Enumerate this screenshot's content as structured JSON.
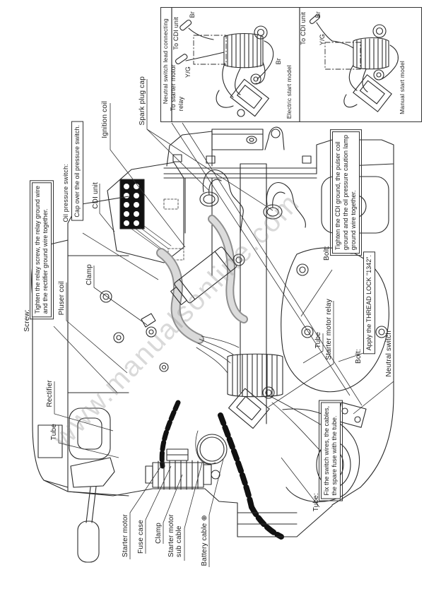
{
  "watermark": {
    "text": "www.manualsonline.com"
  },
  "inset": {
    "title": "Neutral switch lead connecting",
    "panels": [
      {
        "caption": "Electric start model",
        "labels": {
          "to_cdi": "To CDI unit",
          "br_top": "Br",
          "to_starter_line1": "To starter motor",
          "to_starter_line2": "relay",
          "yg": "Y/G",
          "br_mid": "Br"
        }
      },
      {
        "caption": "Manual start model",
        "labels": {
          "to_cdi": "To CDI unit",
          "br": "Br",
          "yg": "Y/G"
        }
      }
    ]
  },
  "callouts": {
    "spark_plug_cap": "Spark plug cap",
    "ignition_coil": "Ignition coil",
    "cdi_unit": "CDI unit",
    "clamp_upper": "Clamp",
    "pluser_coil": "Pluser coil",
    "rectifier": "Rectifier",
    "tube_left": "Tube",
    "starter_motor": "Starter motor",
    "fuse_case": "Fuse case",
    "clamp_bottom": "Clamp",
    "sub_cable_line1": "Starter motor",
    "sub_cable_line2": "sub cable",
    "battery_cable": "Battery cable ⊕",
    "starter_motor_relay": "Starter motor relay",
    "tube_right": "Tube",
    "neutral_switch": "Neutral switch"
  },
  "notes": {
    "screw": {
      "title": "Screw:",
      "line1": "Tighten the relay screw, the relay ground wire",
      "line2": "and the rectifier ground wire together."
    },
    "oil": {
      "title": "Oil pressure switch:",
      "line1": "Cap over the oil pressure switch."
    },
    "bolt_cdi": {
      "title": "Bolt:",
      "line1": "Tighten the CDI ground, the pulser coil",
      "line2": "ground and the oil pressure caution lamp",
      "line3": "ground wire together."
    },
    "bolt_thread": {
      "title": "Bolt:",
      "line1": "Apply the THREAD LOCK \"1342\"."
    },
    "tube_fix": {
      "title": "Tube:",
      "line1": "Fix the switch wires, the cables,",
      "line2": "the spare fuse with the tube."
    }
  }
}
